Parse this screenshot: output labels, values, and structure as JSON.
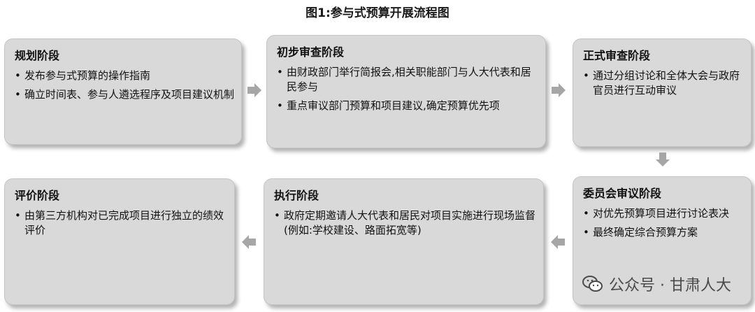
{
  "title": "图1:参与式预算开展流程图",
  "colors": {
    "box_fill": "#d9d9d9",
    "arrow_fill": "#a6a6a6"
  },
  "stages": [
    {
      "name": "规划阶段",
      "items": [
        "发布参与式预算的操作指南",
        "确立时间表、参与人遴选程序及项目建议机制"
      ]
    },
    {
      "name": "初步审查阶段",
      "items": [
        "由财政部门举行简报会,相关职能部门与人大代表和居民参与",
        "重点审议部门预算和项目建议,确定预算优先项"
      ]
    },
    {
      "name": "正式审查阶段",
      "items": [
        "通过分组讨论和全体大会与政府官员进行互动审议"
      ]
    },
    {
      "name": "委员会审议阶段",
      "items": [
        "对优先预算项目进行讨论表决",
        "最终确定综合预算方案"
      ]
    },
    {
      "name": "执行阶段",
      "items": [
        "政府定期邀请人大代表和居民对项目实施进行现场监督(例如:学校建设、路面拓宽等)"
      ]
    },
    {
      "name": "评价阶段",
      "items": [
        "由第三方机构对已完成项目进行独立的绩效评价"
      ]
    }
  ],
  "bullet_char": "•",
  "watermark": {
    "text": "公众号 · 甘肃人大",
    "icon": "wechat-icon"
  }
}
